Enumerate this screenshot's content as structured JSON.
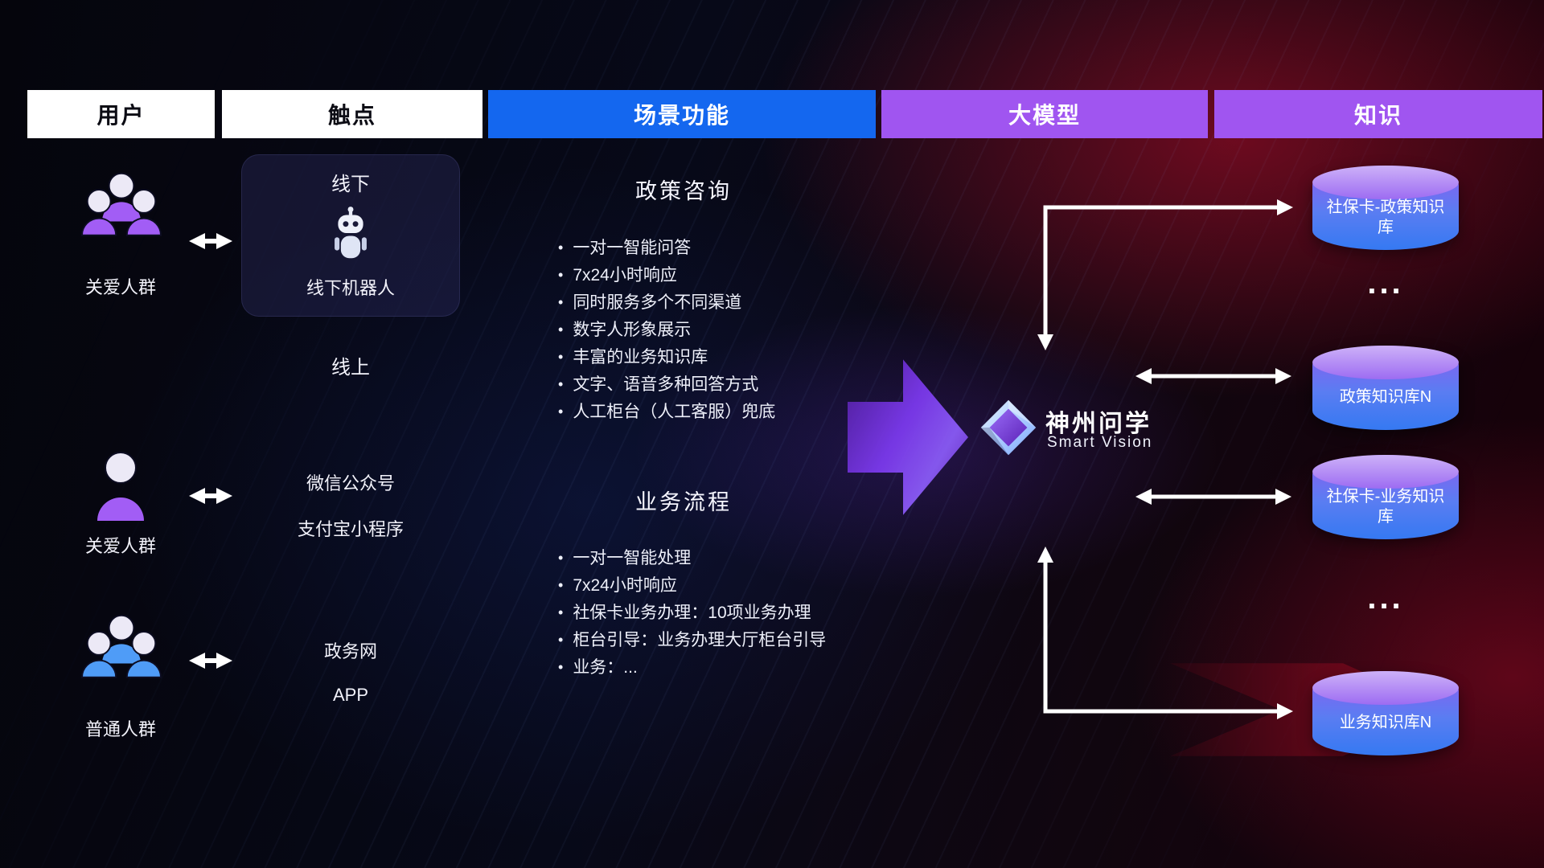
{
  "header": {
    "columns": [
      {
        "label": "用户"
      },
      {
        "label": "触点"
      },
      {
        "label": "场景功能"
      },
      {
        "label": "大模型"
      },
      {
        "label": "知识"
      }
    ]
  },
  "users": {
    "groups": [
      {
        "label": "关爱人群"
      },
      {
        "label": "关爱人群"
      },
      {
        "label": "普通人群"
      }
    ]
  },
  "touchpoints": {
    "offline": {
      "title": "线下",
      "robot_label": "线下机器人"
    },
    "online_title": "线上",
    "online_items": [
      {
        "label": "微信公众号"
      },
      {
        "label": "支付宝小程序"
      },
      {
        "label": "政务网"
      },
      {
        "label": "APP"
      }
    ]
  },
  "scenarios": [
    {
      "title": "政策咨询",
      "bullets": [
        "一对一智能问答",
        "7x24小时响应",
        "同时服务多个不同渠道",
        "数字人形象展示",
        "丰富的业务知识库",
        "文字、语音多种回答方式",
        "人工柜台（人工客服）兜底"
      ]
    },
    {
      "title": "业务流程",
      "bullets": [
        "一对一智能处理",
        "7x24小时响应",
        "社保卡业务办理：10项业务办理",
        "柜台引导：业务办理大厅柜台引导",
        "业务：..."
      ]
    }
  ],
  "model": {
    "name": "神州问学",
    "subtitle": "Smart Vision"
  },
  "knowledge": {
    "items": [
      {
        "type": "db",
        "label": "社保卡-政策知识库"
      },
      {
        "type": "dots",
        "label": "..."
      },
      {
        "type": "db",
        "label": "政策知识库N"
      },
      {
        "type": "db",
        "label": "社保卡-业务知识库"
      },
      {
        "type": "dots",
        "label": "..."
      },
      {
        "type": "db",
        "label": "业务知识库N"
      }
    ]
  },
  "colors": {
    "header_blue": "#1467ef",
    "header_purple": "#a055f0",
    "accent_purple": "#8b5cf6",
    "db_top": "#cdb1f8",
    "db_bottom": "#3579f2",
    "background_red": "#8c0a1e"
  }
}
